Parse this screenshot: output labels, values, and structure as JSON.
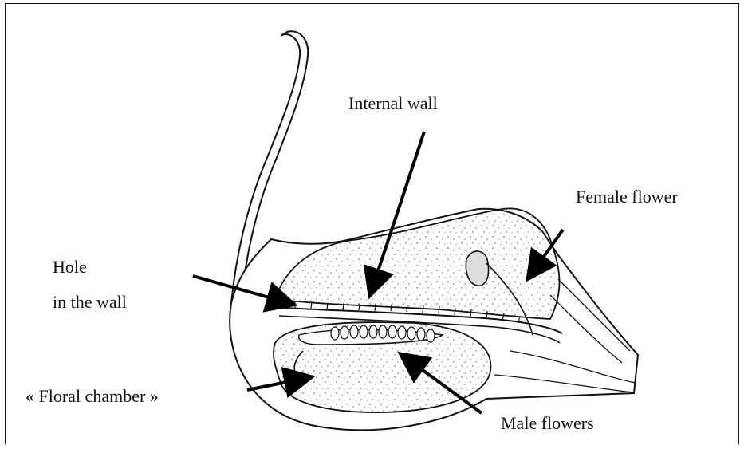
{
  "diagram": {
    "labels": {
      "internal_wall": "Internal wall",
      "female_flower": "Female flower",
      "hole_line1": "Hole",
      "hole_line2": "in the wall",
      "floral_chamber": "« Floral chamber »",
      "male_flowers": "Male flowers"
    }
  }
}
